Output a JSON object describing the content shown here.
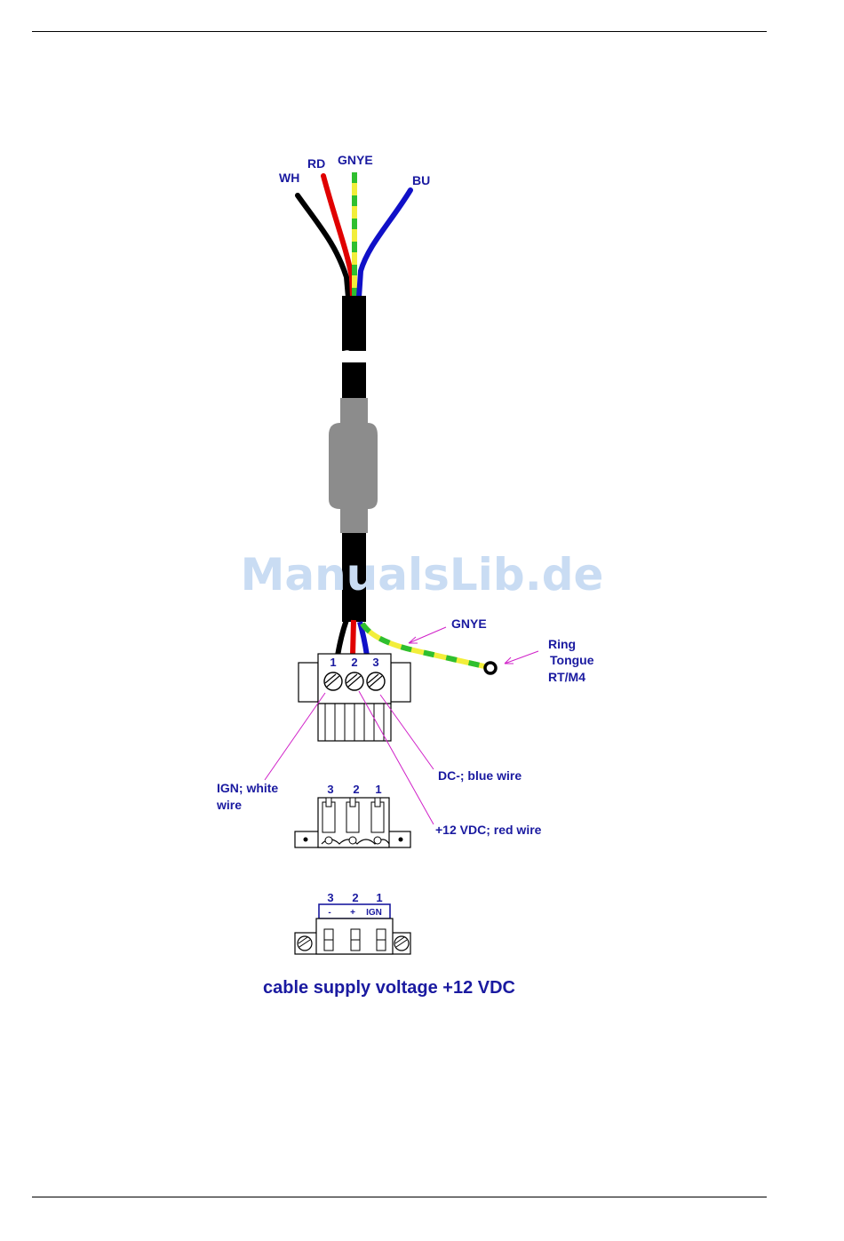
{
  "wire_labels": {
    "wh": "WH",
    "rd": "RD",
    "gnye": "GNYE",
    "bu": "BU"
  },
  "ground_wire_label": "GNYE",
  "ring_tongue": {
    "line1": "Ring",
    "line2": "Tongue",
    "line3": "RT/M4"
  },
  "connector_terminals": {
    "t1": "1",
    "t2": "2",
    "t3": "3"
  },
  "callouts": {
    "ign_line1": "IGN; white",
    "ign_line2": "wire",
    "dc_minus": "DC-; blue wire",
    "plus_12v": "+12 VDC; red wire"
  },
  "front_view_numbers": {
    "n3": "3",
    "n2": "2",
    "n1": "1"
  },
  "bottom_view": {
    "n3": "3",
    "n2": "2",
    "n1": "1",
    "sign_minus": "-",
    "sign_plus": "+",
    "sign_ign": "IGN"
  },
  "caption": "cable supply voltage +12 VDC",
  "watermark": "ManualsLib.de",
  "colors": {
    "label_blue": "#1a1aa0",
    "wire_red": "#e00000",
    "wire_blue": "#1010c8",
    "wire_yellow": "#f2ee3a",
    "wire_green": "#2fbf2f",
    "sheath_grey": "#8c8c8c",
    "leader_magenta": "#d020c8",
    "watermark_blue": "#c9dcf3"
  }
}
